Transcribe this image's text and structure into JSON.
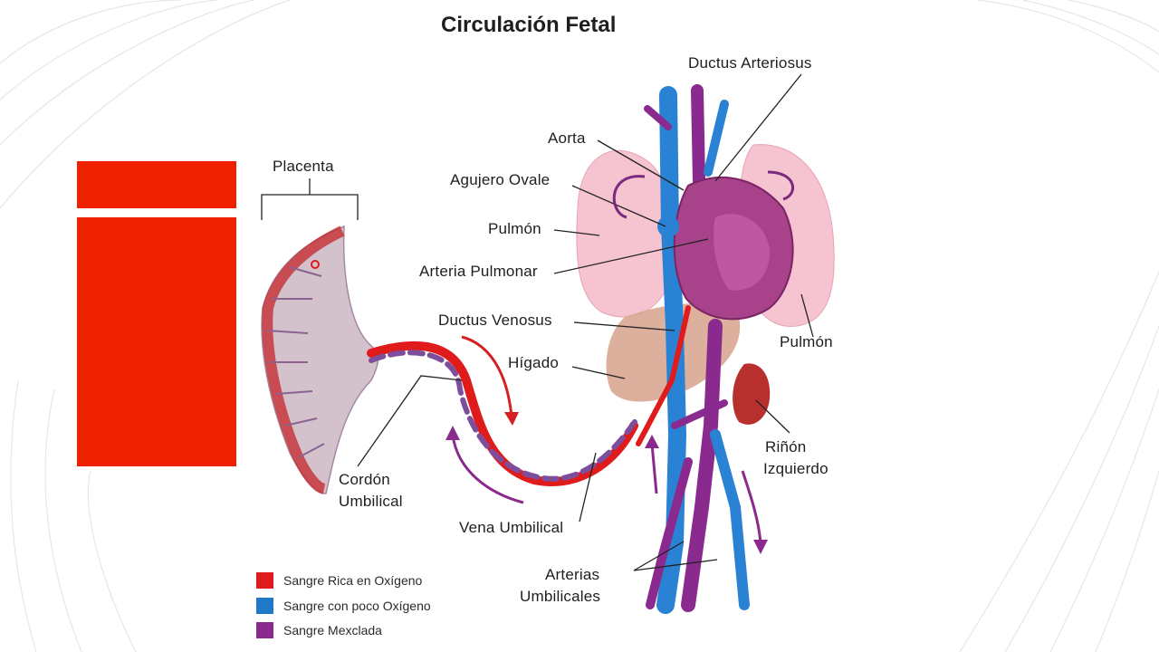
{
  "title": "Circulación Fetal",
  "labels": {
    "placenta": "Placenta",
    "ductus_arteriosus": "Ductus Arteriosus",
    "aorta": "Aorta",
    "agujero_ovale": "Agujero Ovale",
    "pulmon_left": "Pulmón",
    "arteria_pulmonar": "Arteria Pulmonar",
    "ductus_venosus": "Ductus Venosus",
    "pulmon_right": "Pulmón",
    "higado": "Hígado",
    "rinon_line1": "Riñón",
    "rinon_line2": "Izquierdo",
    "cordon_line1": "Cordón",
    "cordon_line2": "Umbilical",
    "vena_umbilical": "Vena Umbilical",
    "arterias_line1": "Arterias",
    "arterias_line2": "Umbilicales"
  },
  "legend": [
    {
      "label": "Sangre Rica en Oxígeno",
      "color": "#e01b1b"
    },
    {
      "label": "Sangre con poco Oxígeno",
      "color": "#1f78c8"
    },
    {
      "label": "Sangre Mexclada",
      "color": "#8a2a8e"
    }
  ],
  "colors": {
    "accent_block": "#ee2000",
    "oxygen_rich": "#e01b1b",
    "oxygen_poor": "#1f78c8",
    "mixed": "#8a2a8e"
  }
}
